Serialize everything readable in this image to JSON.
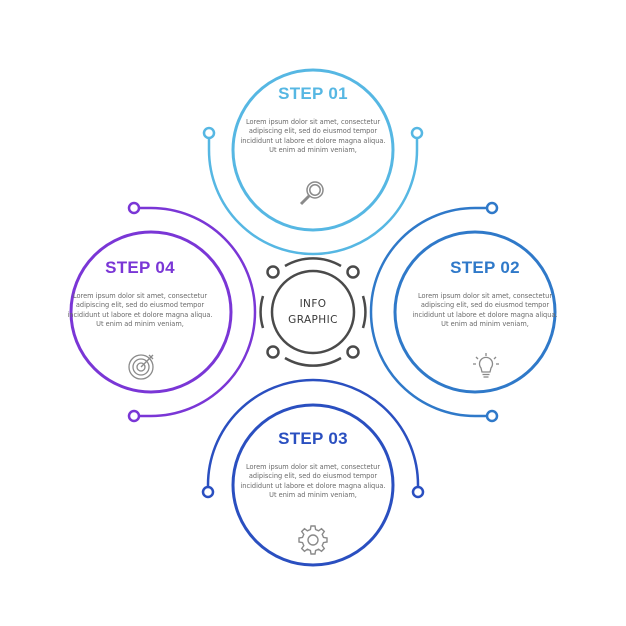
{
  "center": {
    "line1": "INFO",
    "line2": "GRAPHIC"
  },
  "steps": [
    {
      "title": "STEP 01",
      "body": "Lorem ipsum dolor sit amet, consectetur\nadipiscing elit, sed do eiusmod tempor\nincididunt ut labore et dolore magna aliqua.\nUt enim ad minim veniam,",
      "color": "#56b7e3",
      "icon": "magnifier-icon"
    },
    {
      "title": "STEP 02",
      "body": "Lorem ipsum dolor sit amet, consectetur\nadipiscing elit, sed do eiusmod tempor\nincididunt ut labore et dolore magna aliqua.\nUt enim ad minim veniam,",
      "color": "#2f79c9",
      "icon": "lightbulb-icon"
    },
    {
      "title": "STEP 03",
      "body": "Lorem ipsum dolor sit amet, consectetur\nadipiscing elit, sed do eiusmod tempor\nincididunt ut labore et dolore magna aliqua.\nUt enim ad minim veniam,",
      "color": "#2a4fc0",
      "icon": "gear-icon"
    },
    {
      "title": "STEP 04",
      "body": "Lorem ipsum dolor sit amet, consectetur\nadipiscing elit, sed do eiusmod tempor\nincididunt ut labore et dolore magna aliqua.\nUt enim ad minim veniam,",
      "color": "#7a36d6",
      "icon": "target-icon"
    }
  ],
  "colors": {
    "center_ring": "#4a4a4a",
    "icon_stroke": "#8a8a8a"
  }
}
